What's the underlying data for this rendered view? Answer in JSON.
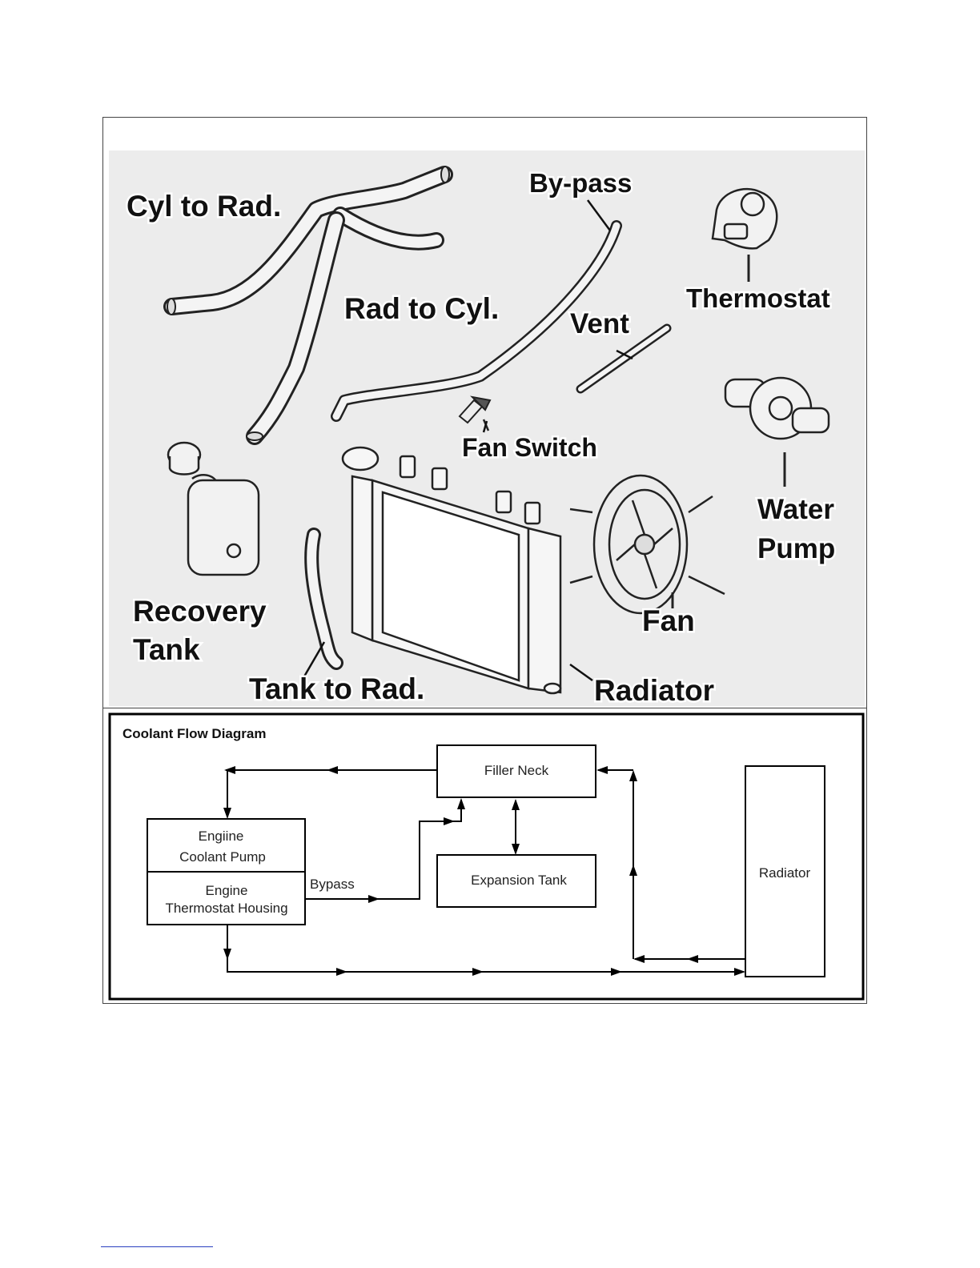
{
  "illustration": {
    "labels": {
      "cyl_to_rad": "Cyl to Rad.",
      "rad_to_cyl": "Rad to Cyl.",
      "bypass": "By-pass",
      "thermostat": "Thermostat",
      "vent": "Vent",
      "fan_switch": "Fan Switch",
      "water_pump_line1": "Water",
      "water_pump_line2": "Pump",
      "recovery_tank_line1": "Recovery",
      "recovery_tank_line2": "Tank",
      "fan": "Fan",
      "tank_to_rad": "Tank to Rad.",
      "radiator": "Radiator"
    }
  },
  "flow_diagram": {
    "title": "Coolant Flow Diagram",
    "boxes": {
      "filler_neck": "Filler Neck",
      "expansion_tank": "Expansion Tank",
      "pump_line1": "Engiine",
      "pump_line2": "Coolant Pump",
      "thermostat_line1": "Engine",
      "thermostat_line2": "Thermostat Housing",
      "radiator": "Radiator"
    },
    "bypass_label": "Bypass"
  }
}
